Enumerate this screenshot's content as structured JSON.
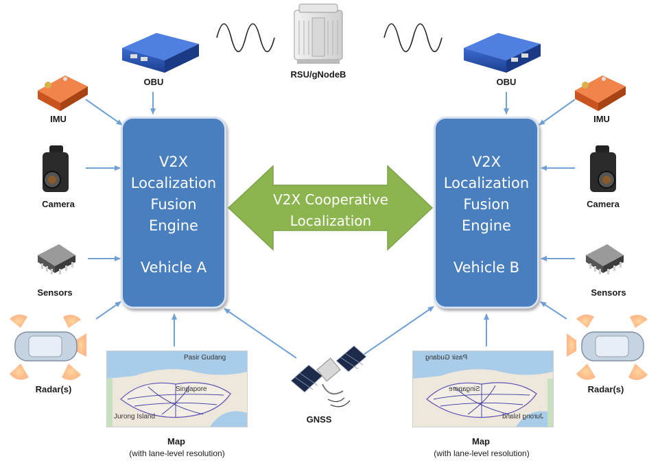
{
  "diagram": {
    "title_center": "V2X Cooperative Localization",
    "coop": {
      "line1": "V2X Cooperative",
      "line2": "Localization"
    },
    "rsu": {
      "label": "RSU/gNodeB"
    },
    "gnss": {
      "label": "GNSS"
    },
    "vehicle_a": {
      "engine": {
        "l1": "V2X",
        "l2": "Localization",
        "l3": "Fusion",
        "l4": "Engine",
        "name": "Vehicle A"
      },
      "obu": "OBU",
      "imu": "IMU",
      "camera": "Camera",
      "sensors": "Sensors",
      "radar": "Radar(s)",
      "map": {
        "title": "Map",
        "subtitle": "(with lane-level  resolution)",
        "places": {
          "top": "Pasir Gudang",
          "center": "Singapore",
          "bottom": "Jurong Island"
        }
      }
    },
    "vehicle_b": {
      "engine": {
        "l1": "V2X",
        "l2": "Localization",
        "l3": "Fusion",
        "l4": "Engine",
        "name": "Vehicle B"
      },
      "obu": "OBU",
      "imu": "IMU",
      "camera": "Camera",
      "sensors": "Sensors",
      "radar": "Radar(s)",
      "map": {
        "title": "Map",
        "subtitle": "(with lane-level  resolution)",
        "places": {
          "top": "Pasir Gudang",
          "center": "Singapore",
          "bottom": "Jurong Island"
        }
      }
    },
    "colors": {
      "engine": "#4a7fbf",
      "arrow": "#6fa0d6",
      "coop": "#8cb54f",
      "obu": "#2d57b3",
      "imu": "#e8692f"
    }
  }
}
